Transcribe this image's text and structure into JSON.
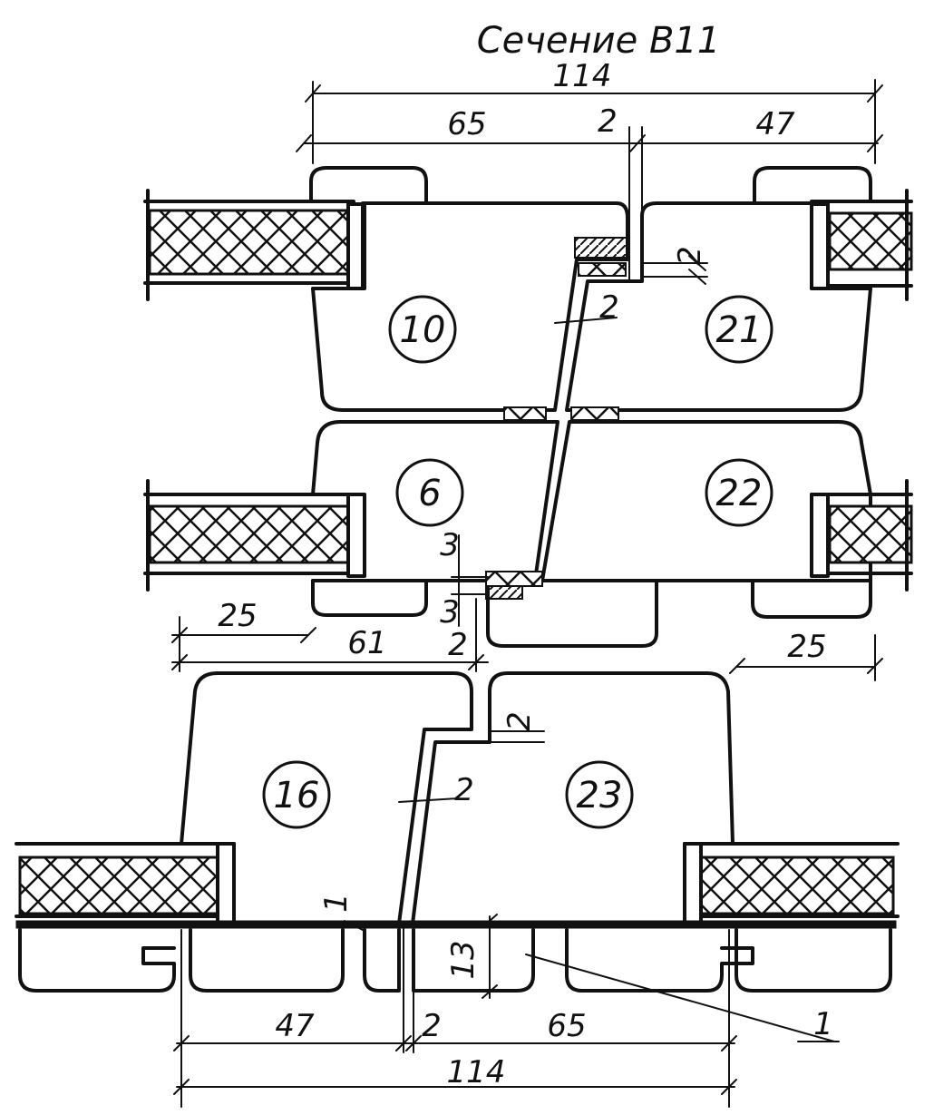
{
  "title": "Сечение В11",
  "dimensions": {
    "top_total": "114",
    "top_left": "65",
    "top_gap": "2",
    "top_right": "47",
    "step_top": "2",
    "diag_top": "2",
    "mid_gap_a": "3",
    "mid_gap_b": "3",
    "left_25": "25",
    "left_61": "61",
    "mid_2": "2",
    "right_25": "25",
    "step_bottom": "2",
    "diag_bottom": "2",
    "gap_1": "1",
    "height_13": "13",
    "bottom_left": "47",
    "bottom_gap": "2",
    "bottom_right": "65",
    "bottom_total": "114"
  },
  "panels": [
    "10",
    "21",
    "6",
    "22",
    "16",
    "23"
  ],
  "callout": "1"
}
